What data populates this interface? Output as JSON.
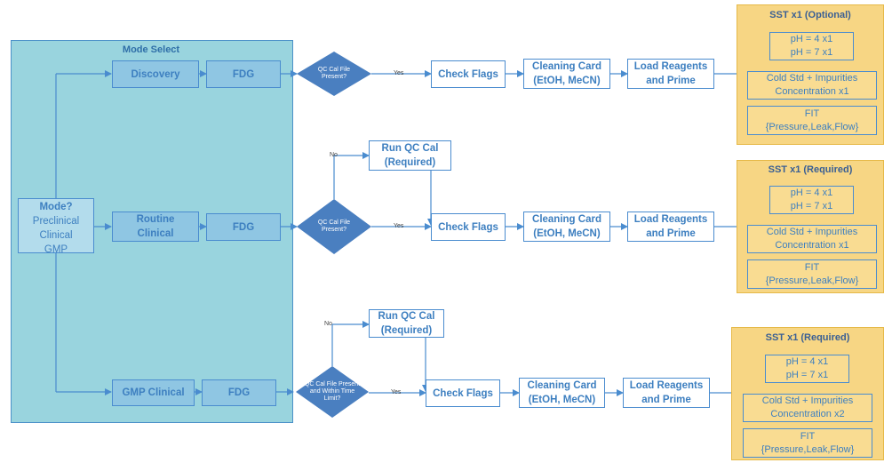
{
  "mode_select": {
    "title": "Mode Select",
    "mode_box": {
      "title": "Mode?",
      "options": [
        "Preclinical",
        "Clinical",
        "GMP"
      ]
    },
    "rows": [
      {
        "mode": "Discovery",
        "tracer": "FDG"
      },
      {
        "mode": "Routine Clinical",
        "tracer": "FDG"
      },
      {
        "mode": "GMP Clinical",
        "tracer": "FDG"
      }
    ]
  },
  "decisions": [
    {
      "text": "QC Cal File Present?"
    },
    {
      "text": "QC Cal File Present?"
    },
    {
      "text": "QC Cal File Present and Within Time Limit?"
    }
  ],
  "edge_labels": {
    "yes": "Yes",
    "no": "No"
  },
  "run_qc_cal": {
    "line1": "Run QC Cal",
    "line2": "(Required)"
  },
  "steps": {
    "check_flags": "Check Flags",
    "cleaning_line1": "Cleaning Card",
    "cleaning_line2": "(EtOH, MeCN)",
    "load_line1": "Load Reagents",
    "load_line2": "and Prime"
  },
  "sst_panels": [
    {
      "title": "SST x1 (Optional)",
      "ph1": "pH = 4 x1",
      "ph2": "pH = 7 x1",
      "cold1": "Cold Std + Impurities",
      "cold2": "Concentration x1",
      "fit1": "FIT",
      "fit2": "{Pressure,Leak,Flow}"
    },
    {
      "title": "SST x1 (Required)",
      "ph1": "pH = 4 x1",
      "ph2": "pH = 7 x1",
      "cold1": "Cold Std + Impurities",
      "cold2": "Concentration x1",
      "fit1": "FIT",
      "fit2": "{Pressure,Leak,Flow}"
    },
    {
      "title": "SST x1 (Required)",
      "ph1": "pH = 4 x1",
      "ph2": "pH = 7 x1",
      "cold1": "Cold Std + Impurities",
      "cold2": "Concentration x2",
      "fit1": "FIT",
      "fit2": "{Pressure,Leak,Flow}"
    }
  ],
  "colors": {
    "panel_fill": "#99d4de",
    "box_border": "#4a8ccf",
    "diamond_fill": "#4a7fc0",
    "sst_fill": "#f7d684",
    "text_blue": "#3d7fc0"
  }
}
